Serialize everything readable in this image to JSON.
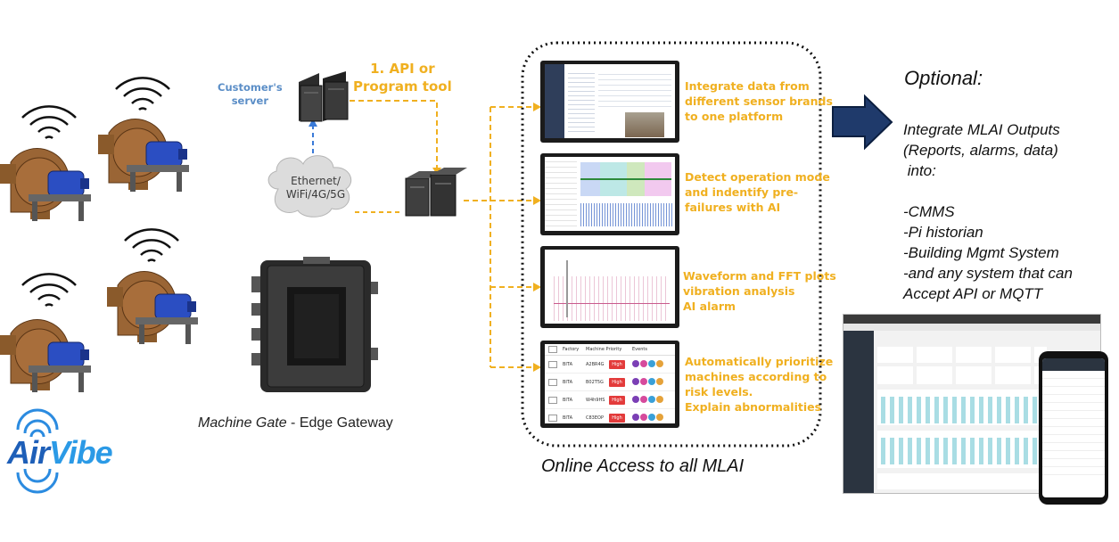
{
  "api_label": "1. API or\nProgram tool",
  "customers_server": "Customer's\nserver",
  "network_cloud": "Ethernet/\nWiFi/4G/5G",
  "gateway_caption": {
    "name": "Machine Gate",
    "suffix": " - Edge Gateway"
  },
  "online_access": "Online Access to all MLAI",
  "features": [
    "Integrate data from\ndifferent sensor brands\nto one platform",
    "Detect operation mode\nand indentify pre-\nfailures with AI",
    "Waveform and FFT plots\nvibration analysis\nAI alarm",
    "Automatically prioritize\nmachines according to\nrisk levels.\nExplain abnormalities"
  ],
  "optional": {
    "title": "Optional:",
    "lines": [
      "Integrate MLAI Outputs",
      "(Reports, alarms, data)",
      " into:",
      "",
      "-CMMS",
      "-Pi historian",
      "-Building Mgmt System",
      "-and any system that can",
      "Accept API or MQTT"
    ]
  },
  "logo": {
    "part1": "Air",
    "part2": "Vibe"
  },
  "priority_table": {
    "headers": [
      "Factory",
      "Machine Priority",
      "Events"
    ],
    "rows": [
      {
        "factory": "BITA",
        "id": "A2BR4G",
        "priority": "High"
      },
      {
        "factory": "BITA",
        "id": "B02T5G",
        "priority": "High"
      },
      {
        "factory": "BITA",
        "id": "W4h9HS",
        "priority": "High"
      },
      {
        "factory": "BITA",
        "id": "C83EOP",
        "priority": "High"
      }
    ]
  },
  "colors": {
    "accent": "#f0b020",
    "arrow": "#1f3a6b",
    "logo_blue": "#1e78c8",
    "high_badge": "#e33b3b"
  }
}
